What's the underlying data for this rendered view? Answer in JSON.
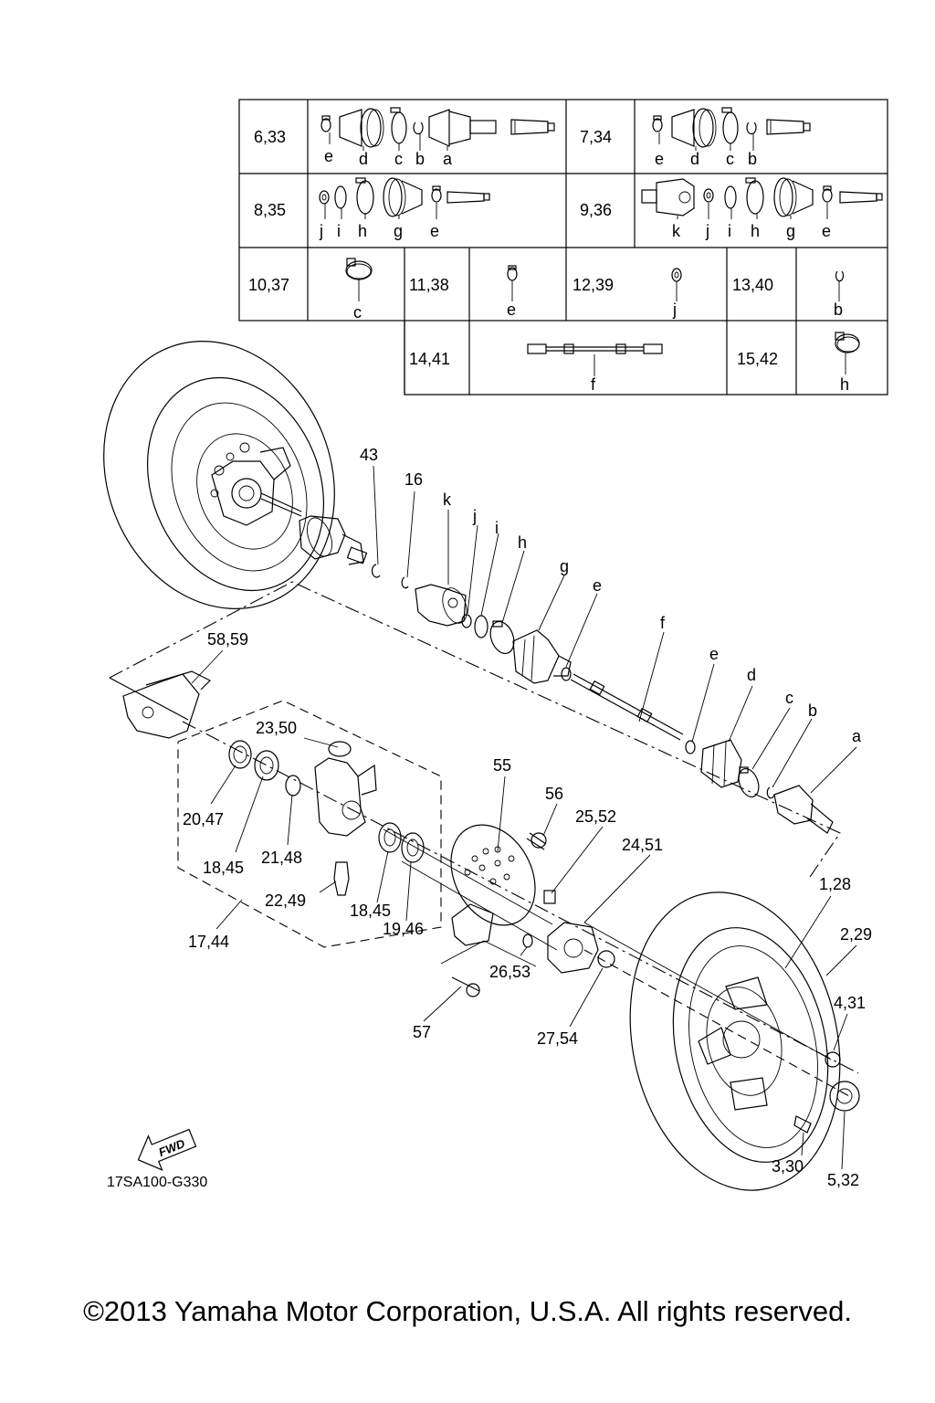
{
  "table": {
    "rows": [
      {
        "cells": [
          {
            "label": "6,33",
            "letters": [
              "e",
              "d",
              "c",
              "b",
              "a"
            ]
          },
          {
            "label": "7,34",
            "letters": [
              "e",
              "d",
              "c",
              "b"
            ]
          }
        ]
      },
      {
        "cells": [
          {
            "label": "8,35",
            "letters": [
              "j",
              "i",
              "h",
              "g",
              "e"
            ]
          },
          {
            "label": "9,36",
            "letters": [
              "k",
              "j",
              "i",
              "h",
              "g",
              "e"
            ]
          }
        ]
      },
      {
        "cells": [
          {
            "label": "10,37",
            "letters": [
              "c"
            ]
          },
          {
            "label": "11,38",
            "letters": [
              "e"
            ]
          },
          {
            "label": "12,39",
            "letters": [
              "j"
            ]
          },
          {
            "label": "13,40",
            "letters": [
              "b"
            ]
          }
        ]
      },
      {
        "cells": [
          {
            "label": "14,41",
            "letters": [
              "f"
            ]
          },
          {
            "label": "15,42",
            "letters": [
              "h"
            ]
          }
        ]
      }
    ]
  },
  "callouts": {
    "c43": "43",
    "c16": "16",
    "ck": "k",
    "cj": "j",
    "ci": "i",
    "ch": "h",
    "cg": "g",
    "ce1": "e",
    "cf": "f",
    "ce2": "e",
    "cd": "d",
    "cc": "c",
    "cb": "b",
    "ca": "a",
    "c5859": "58,59",
    "c2350": "23,50",
    "c55": "55",
    "c56": "56",
    "c2552": "25,52",
    "c2451": "24,51",
    "c2047": "20,47",
    "c1845a": "18,45",
    "c2148": "21,48",
    "c2249": "22,49",
    "c1845b": "18,45",
    "c1946": "19,46",
    "c1744": "17,44",
    "c2653": "26,53",
    "c57": "57",
    "c2754": "27,54",
    "c128": "1,28",
    "c229": "2,29",
    "c431": "4,31",
    "c330": "3,30",
    "c532": "5,32"
  },
  "fwd_label": "FWD",
  "drawing_code": "17SA100-G330",
  "copyright": "©2013 Yamaha Motor Corporation, U.S.A. All rights reserved."
}
